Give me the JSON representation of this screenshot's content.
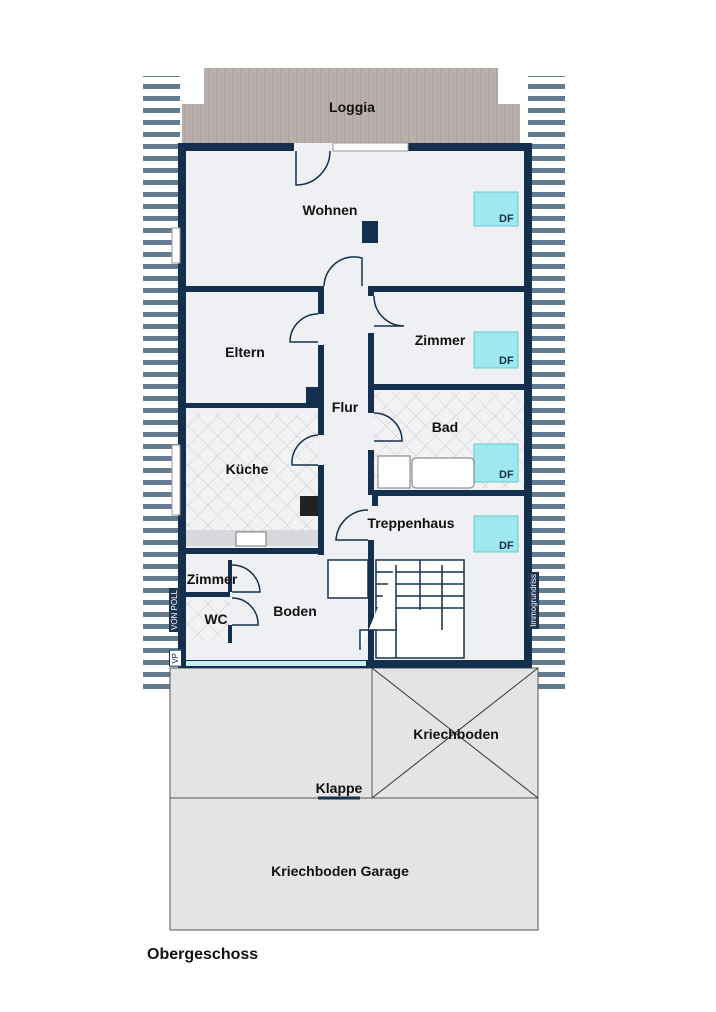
{
  "plan": {
    "title": "Obergeschoss",
    "rooms": {
      "loggia": "Loggia",
      "wohnen": "Wohnen",
      "eltern": "Eltern",
      "zimmer_right": "Zimmer",
      "flur": "Flur",
      "bad": "Bad",
      "kueche": "Küche",
      "treppenhaus": "Treppenhaus",
      "zimmer_small": "Zimmer",
      "wc": "WC",
      "boden": "Boden",
      "kriechboden": "Kriechboden",
      "klappe": "Klappe",
      "kriechboden_garage": "Kriechboden Garage"
    },
    "skylight_label": "DF",
    "branding_left": "VON POLL",
    "branding_left_logo": "VP",
    "branding_right": "Immogrundriss"
  },
  "colors": {
    "wall": "#14304e",
    "floor": "#eef0f4",
    "attic": "#e4e4e4",
    "skylight": "#9fe8ef"
  }
}
